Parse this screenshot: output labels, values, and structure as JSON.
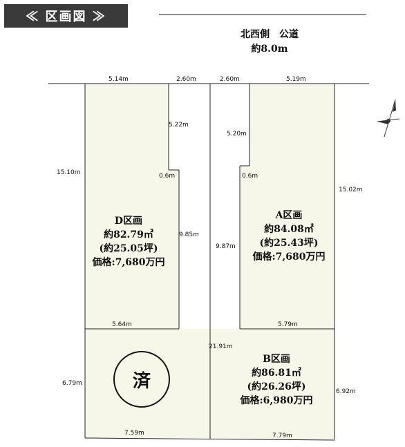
{
  "header": {
    "title": "≪ 区画図 ≫"
  },
  "road": {
    "side": "北西側　公道",
    "width": "約8.0m"
  },
  "dimensions": {
    "top_d_left": "5.14m",
    "top_d_right": "2.60m",
    "top_a_left": "2.60m",
    "top_a_right": "5.19m",
    "d_flag_depth": "5.22m",
    "a_flag_depth": "5.20m",
    "d_notch": "0.6m",
    "a_notch": "0.6m",
    "d_left_side": "15.10m",
    "a_right_side": "15.02m",
    "d_inner": "9.85m",
    "a_inner": "9.87m",
    "d_bottom": "5.64m",
    "a_bottom": "5.79m",
    "center_line": "21.91m",
    "lower_left_side": "6.79m",
    "b_right_side": "6.92m",
    "lower_left_bottom": "7.59m",
    "b_bottom": "7.79m"
  },
  "lots": {
    "d": {
      "name": "D区画",
      "area": "約82.79㎡",
      "tsubo": "(約25.05坪)",
      "price": "価格:7,680万円"
    },
    "a": {
      "name": "A区画",
      "area": "約84.08㎡",
      "tsubo": "(約25.43坪)",
      "price": "価格:7,680万円"
    },
    "b": {
      "name": "B区画",
      "area": "約86.81㎡",
      "tsubo": "(約26.26坪)",
      "price": "価格:6,980万円"
    }
  },
  "sold": {
    "label": "済"
  },
  "colors": {
    "lot_fill": "#f7f7e9",
    "line": "#222222",
    "header_bg": "#3a3a3a"
  }
}
